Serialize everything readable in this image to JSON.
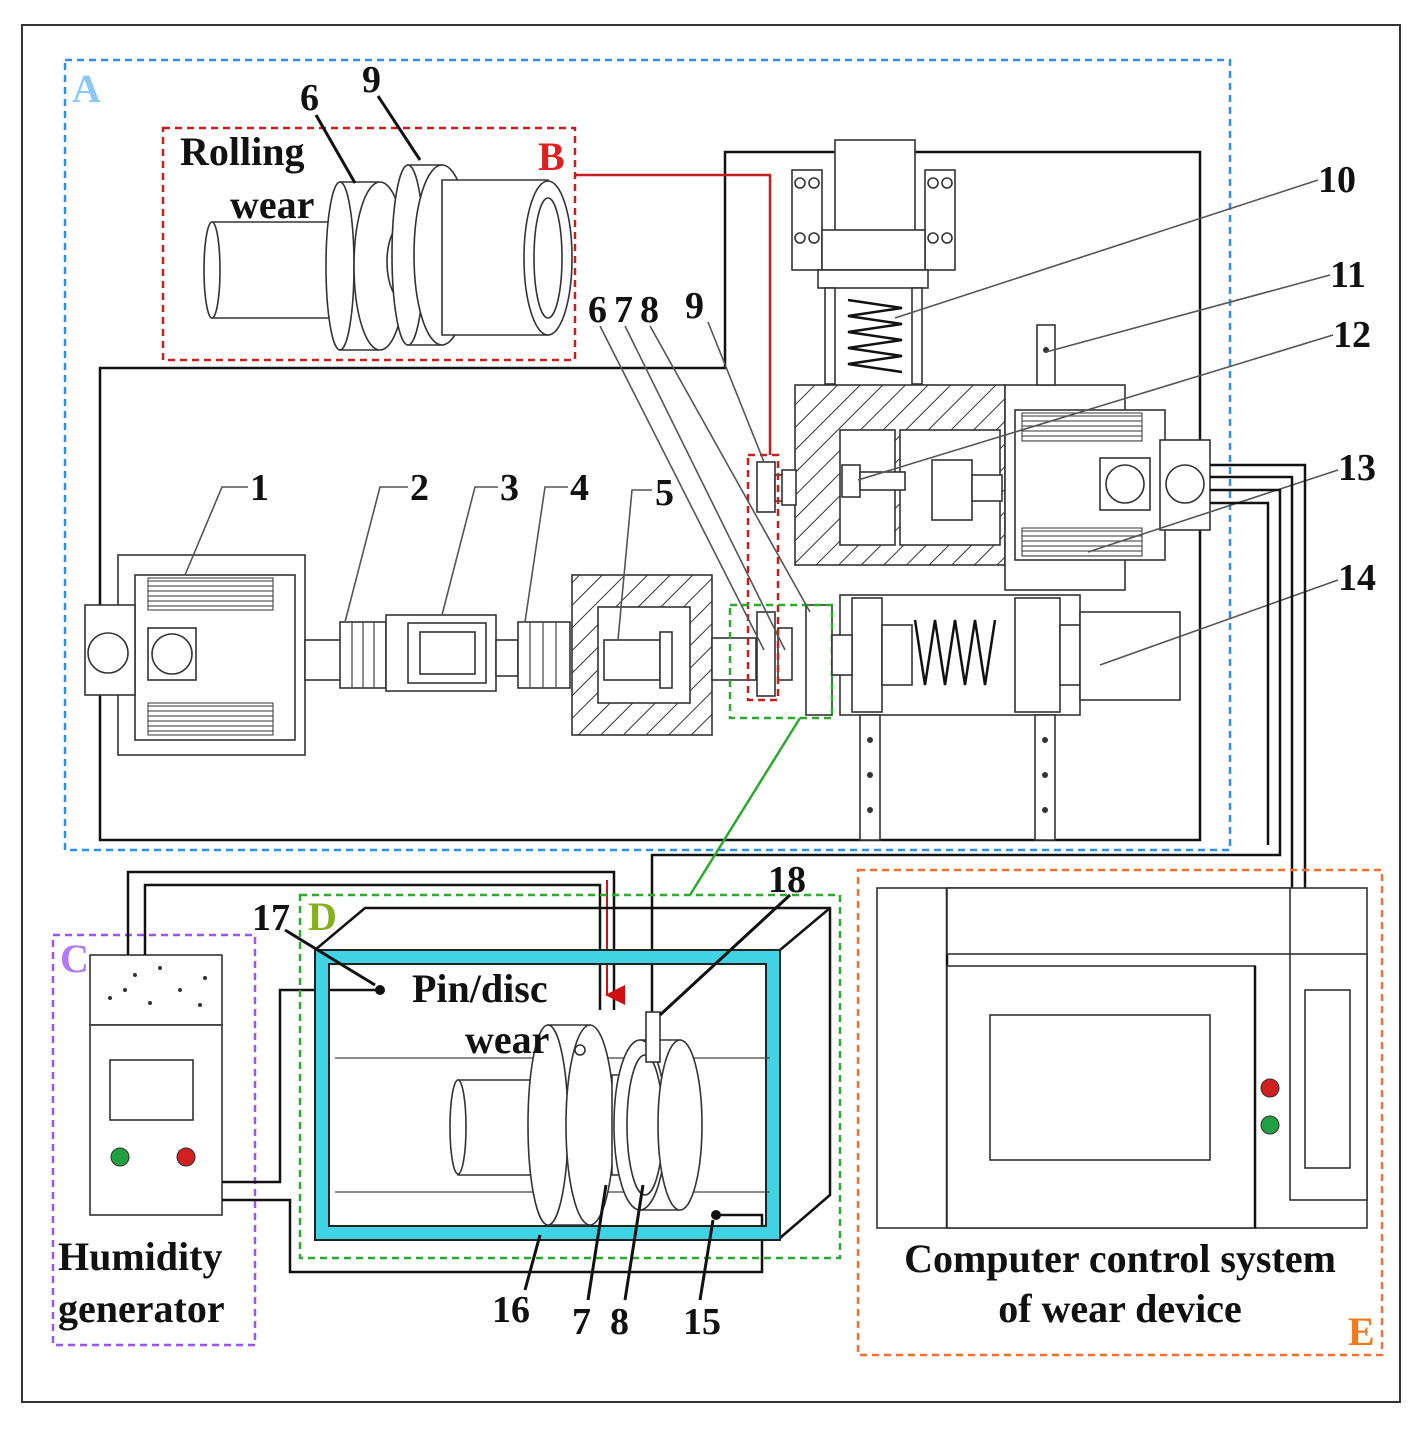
{
  "regions": {
    "A": {
      "label": "A",
      "color": "#2f8fef",
      "label_color": "#8cc8f5"
    },
    "B": {
      "label": "B",
      "color": "#c81e1e",
      "label_color": "#e02020"
    },
    "C": {
      "label": "C",
      "color": "#9b55f0",
      "label_color": "#b07af2"
    },
    "D": {
      "label": "D",
      "color": "#2fa82f",
      "label_color": "#86b021"
    },
    "E": {
      "label": "E",
      "color": "#f07035",
      "label_color": "#f07a20"
    }
  },
  "chamber_color": "#3fd3e4",
  "link_colors": {
    "B": "#c81e1e",
    "D": "#2fa82f"
  },
  "labels": {
    "rolling_wear": [
      "Rolling",
      "wear"
    ],
    "pin_disc_wear": [
      "Pin/disc",
      "wear"
    ],
    "humidity_generator": [
      "Humidity",
      "generator"
    ],
    "computer_control_system": [
      "Computer control system",
      "of wear device"
    ]
  },
  "callouts": {
    "n1": "1",
    "n2": "2",
    "n3": "3",
    "n4": "4",
    "n5": "5",
    "n10": "10",
    "n11": "11",
    "n12": "12",
    "n13": "13",
    "n14": "14",
    "n15": "15",
    "n16": "16",
    "n17": "17",
    "n18": "18",
    "top_6": "6",
    "top_7": "7",
    "top_8": "8",
    "top_9": "9",
    "inset_6": "6",
    "inset_9": "9",
    "bottom_7": "7",
    "bottom_8": "8"
  }
}
